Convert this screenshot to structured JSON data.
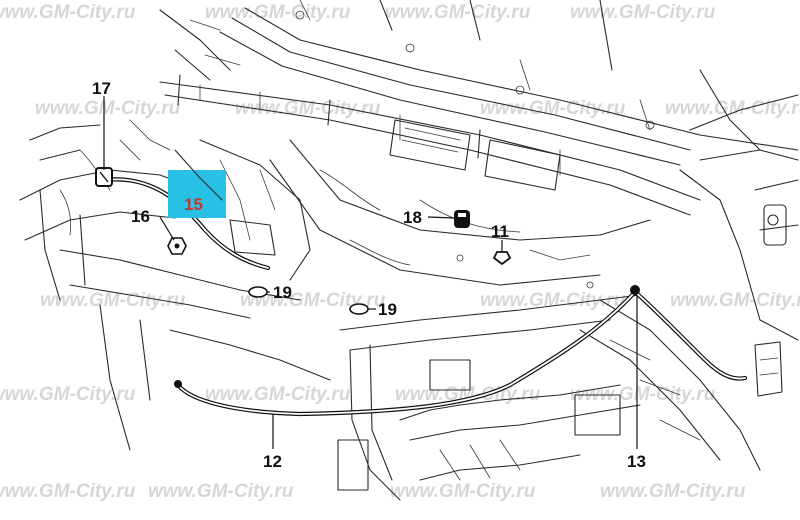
{
  "watermark": {
    "text": "www.GM-City.ru"
  },
  "highlight_color": "#29c0e6",
  "callouts": [
    {
      "id": "11",
      "label": "11"
    },
    {
      "id": "12",
      "label": "12"
    },
    {
      "id": "13",
      "label": "13"
    },
    {
      "id": "15",
      "label": "15",
      "highlighted": true
    },
    {
      "id": "16",
      "label": "16"
    },
    {
      "id": "17",
      "label": "17"
    },
    {
      "id": "18",
      "label": "18"
    },
    {
      "id": "19a",
      "label": "19"
    },
    {
      "id": "19b",
      "label": "19"
    }
  ]
}
